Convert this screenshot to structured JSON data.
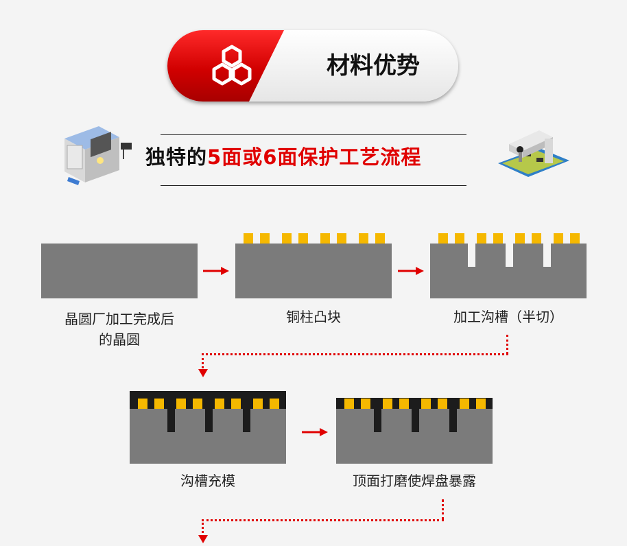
{
  "header": {
    "title": "材料优势",
    "icon": "hexagon-cubes-icon"
  },
  "subtitle": {
    "prefix": "独特的",
    "highlight": "5面或6面保护工艺流程",
    "suffix": ""
  },
  "icons": {
    "left": "wafer-machine-icon",
    "right": "pcb-robot-icon"
  },
  "steps": [
    {
      "label_line1": "晶圆厂加工完成后",
      "label_line2": "的晶圆"
    },
    {
      "label_line1": "铜柱凸块",
      "label_line2": ""
    },
    {
      "label_line1": "加工沟槽（半切）",
      "label_line2": ""
    },
    {
      "label_line1": "沟槽充模",
      "label_line2": ""
    },
    {
      "label_line1": "顶面打磨使焊盘暴露",
      "label_line2": ""
    }
  ],
  "colors": {
    "accent_red": "#e00000",
    "slab_gray": "#7b7b7b",
    "bump_yellow": "#f5b800",
    "mold_black": "#1c1c1c"
  }
}
